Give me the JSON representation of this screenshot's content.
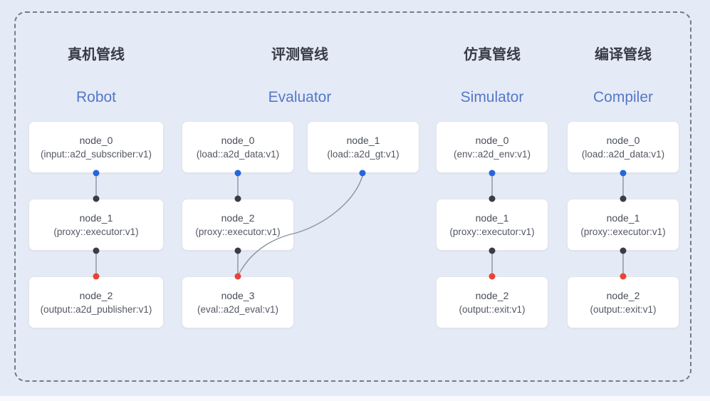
{
  "colors": {
    "background": "#e5eaf7",
    "frame_border": "#747b89",
    "node_background": "#ffffff",
    "node_border": "#e3e5ea",
    "title_cn_color": "#373c46",
    "title_en_color": "#5478c6",
    "node_text_color": "#494e58",
    "connector": "#8c929f",
    "port_blue": "#2566dd",
    "port_dark": "#3a3d42",
    "port_red": "#e94335"
  },
  "pipelines": [
    {
      "title_cn": "真机管线",
      "title_en": "Robot",
      "nodes": [
        {
          "title": "node_0",
          "subtitle": "(input::a2d_subscriber:v1)"
        },
        {
          "title": "node_1",
          "subtitle": "(proxy::executor:v1)"
        },
        {
          "title": "node_2",
          "subtitle": "(output::a2d_publisher:v1)"
        }
      ]
    },
    {
      "title_cn": "评测管线",
      "title_en": "Evaluator",
      "nodes": [
        {
          "title": "node_0",
          "subtitle": "(load::a2d_data:v1)"
        },
        {
          "title": "node_1",
          "subtitle": "(load::a2d_gt:v1)"
        },
        {
          "title": "node_2",
          "subtitle": "(proxy::executor:v1)"
        },
        {
          "title": "node_3",
          "subtitle": "(eval::a2d_eval:v1)"
        }
      ]
    },
    {
      "title_cn": "仿真管线",
      "title_en": "Simulator",
      "nodes": [
        {
          "title": "node_0",
          "subtitle": "(env::a2d_env:v1)"
        },
        {
          "title": "node_1",
          "subtitle": "(proxy::executor:v1)"
        },
        {
          "title": "node_2",
          "subtitle": "(output::exit:v1)"
        }
      ]
    },
    {
      "title_cn": "编译管线",
      "title_en": "Compiler",
      "nodes": [
        {
          "title": "node_0",
          "subtitle": "(load::a2d_data:v1)"
        },
        {
          "title": "node_1",
          "subtitle": "(proxy::executor:v1)"
        },
        {
          "title": "node_2",
          "subtitle": "(output::exit:v1)"
        }
      ]
    }
  ]
}
